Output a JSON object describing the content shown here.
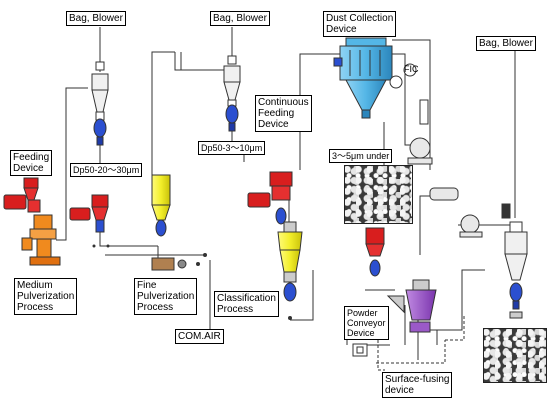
{
  "labels": {
    "bag_blower_1": "Bag, Blower",
    "bag_blower_2": "Bag, Blower",
    "bag_blower_3": "Bag, Blower",
    "dust_collection_line1": "Dust Collection",
    "dust_collection_line2": "Device",
    "feeding_device_line1": "Feeding",
    "feeding_device_line2": "Device",
    "dp50_medium": "Dp50-20～30μm",
    "dp50_fine": "Dp50-3～10μm",
    "continuous_feeding_line1": "Continuous",
    "continuous_feeding_line2": "Feeding",
    "continuous_feeding_line3": "Device",
    "size_under": "3～5μm under",
    "medium_process_line1": "Medium",
    "medium_process_line2": "Pulverization",
    "medium_process_line3": "Process",
    "fine_process_line1": "Fine",
    "fine_process_line2": "Pulverization",
    "fine_process_line3": "Process",
    "classification_line1": "Classification",
    "classification_line2": "Process",
    "com_air": "COM.AIR",
    "powder_conveyor_line1": "Powder",
    "powder_conveyor_line2": "Conveyor",
    "powder_conveyor_line3": "Device",
    "surface_fusing_line1": "Surface-fusing",
    "surface_fusing_line2": "device",
    "fic_tag": "FIC"
  },
  "colors": {
    "feeder_red": "#e53030",
    "motor_red": "#d81e1e",
    "mill_orange": "#f08a1e",
    "yellow_unit": "#f2ee2a",
    "blue_valve": "#2b4fd0",
    "cyclone_gray": "#e8e8e8",
    "dust_blue": "#54b6e6",
    "purple_unit": "#9b59c8"
  }
}
